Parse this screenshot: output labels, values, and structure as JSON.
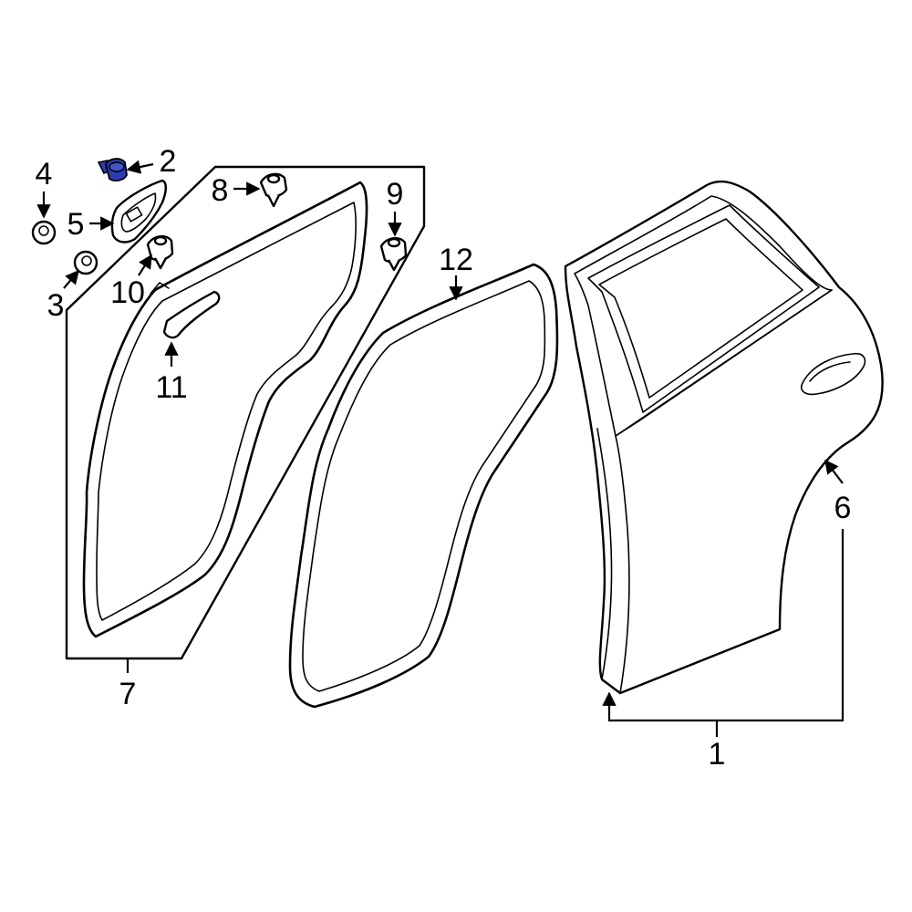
{
  "diagram": {
    "type": "exploded-parts-diagram",
    "highlight_color": "#2d3bb0",
    "callouts": {
      "c1": "1",
      "c2": "2",
      "c3": "3",
      "c4": "4",
      "c5": "5",
      "c6": "6",
      "c7": "7",
      "c8": "8",
      "c9": "9",
      "c10": "10",
      "c11": "11",
      "c12": "12"
    },
    "highlighted_part": "2"
  }
}
